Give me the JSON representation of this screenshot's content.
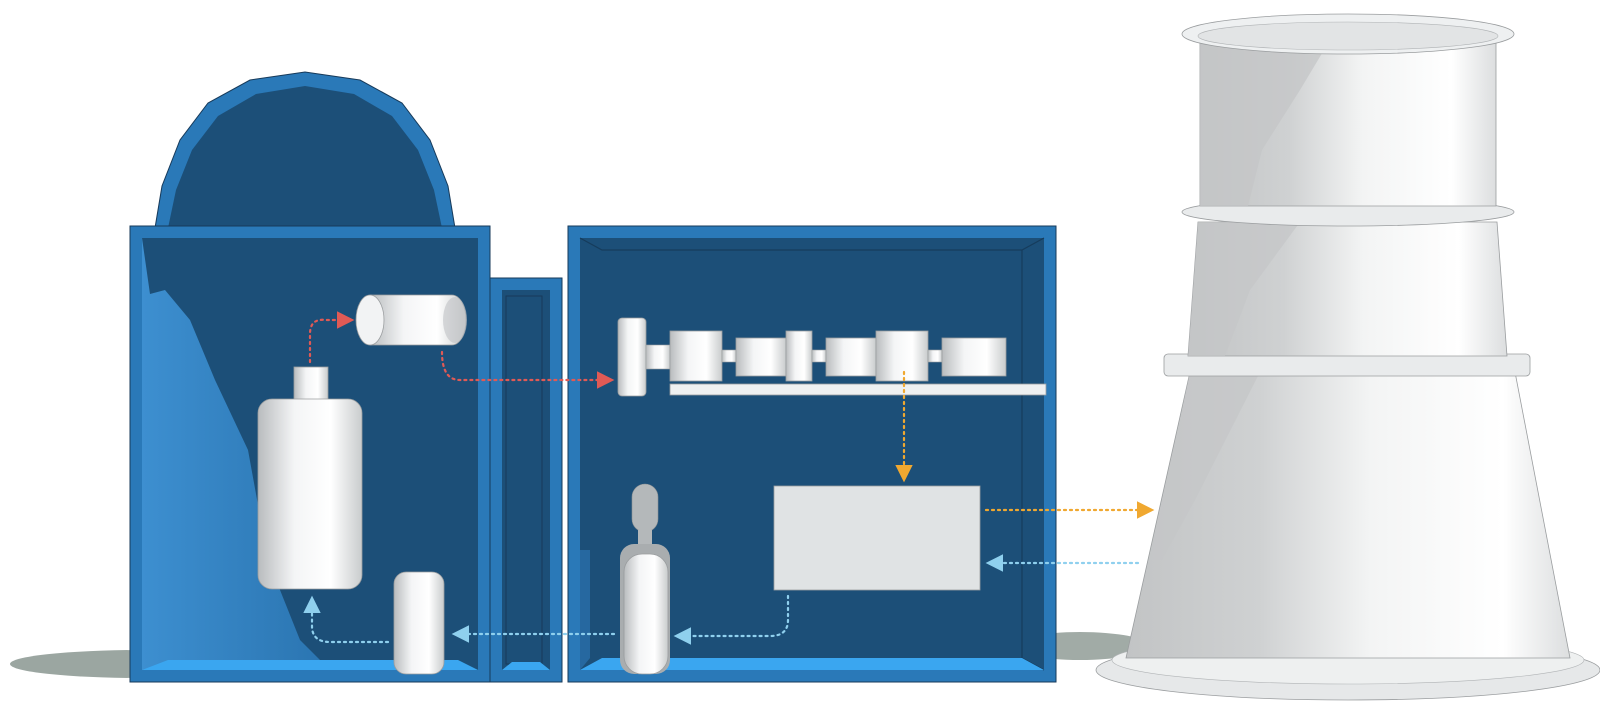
{
  "diagram": {
    "components": [
      {
        "id": "containment-building",
        "icon": "dome-building-icon"
      },
      {
        "id": "reactor-vessel",
        "icon": "reactor-vessel-icon"
      },
      {
        "id": "steam-generator",
        "icon": "steam-generator-icon"
      },
      {
        "id": "primary-pump",
        "icon": "pump-icon"
      },
      {
        "id": "turbine-hall",
        "icon": "turbine-hall-icon"
      },
      {
        "id": "turbine-generator",
        "icon": "turbine-icon"
      },
      {
        "id": "condenser",
        "icon": "condenser-icon"
      },
      {
        "id": "feedwater-pump",
        "icon": "pump-icon"
      },
      {
        "id": "cooling-tower",
        "icon": "cooling-tower-icon"
      }
    ],
    "flows": [
      {
        "id": "steam-flow",
        "color": "#e05a55"
      },
      {
        "id": "heat-to-tower",
        "color": "#f0a830"
      },
      {
        "id": "cool-water",
        "color": "#8fd0ee"
      }
    ],
    "colors": {
      "building_outer": "#2a79b8",
      "building_inner": "#1c4f78",
      "floor_water": "#3aa6f0",
      "equipment": "#e4e7e9",
      "tower": "#d5d7d8",
      "ground_shadow": "#8a9690"
    }
  }
}
